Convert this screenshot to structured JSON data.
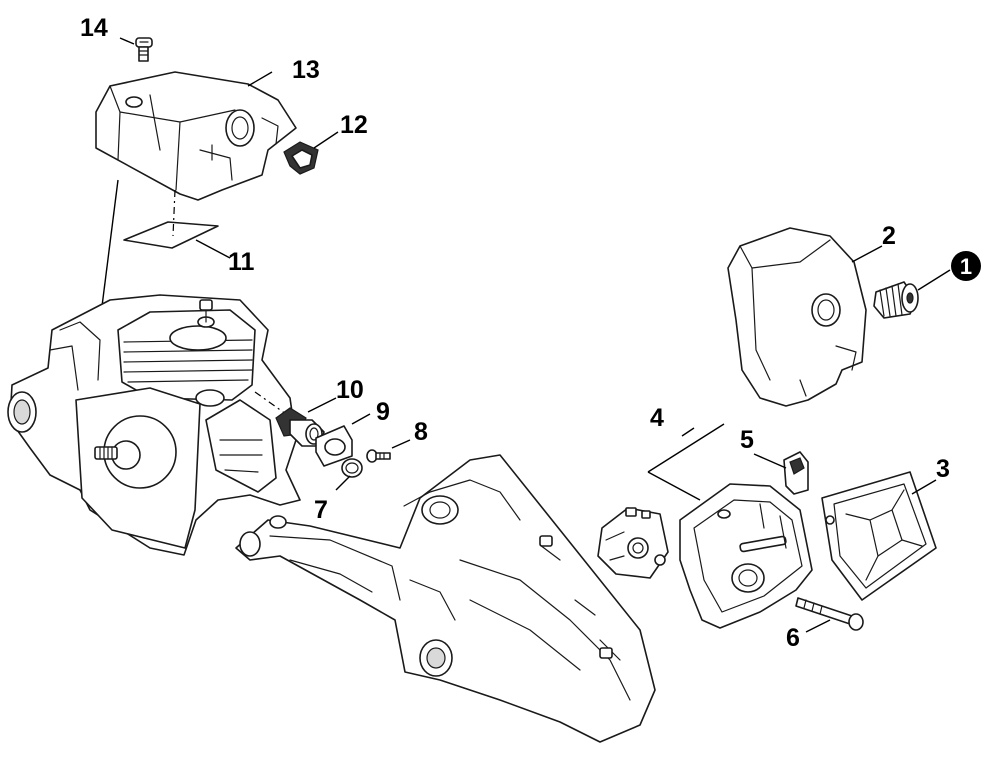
{
  "callouts": {
    "c1": "1",
    "c2": "2",
    "c3": "3",
    "c4": "4",
    "c5": "5",
    "c6": "6",
    "c7": "7",
    "c8": "8",
    "c9": "9",
    "c10": "10",
    "c11": "11",
    "c12": "12",
    "c13": "13",
    "c14": "14"
  },
  "colors": {
    "line": "#1a1a1a",
    "background": "#ffffff",
    "highlight_badge": "#000000"
  }
}
